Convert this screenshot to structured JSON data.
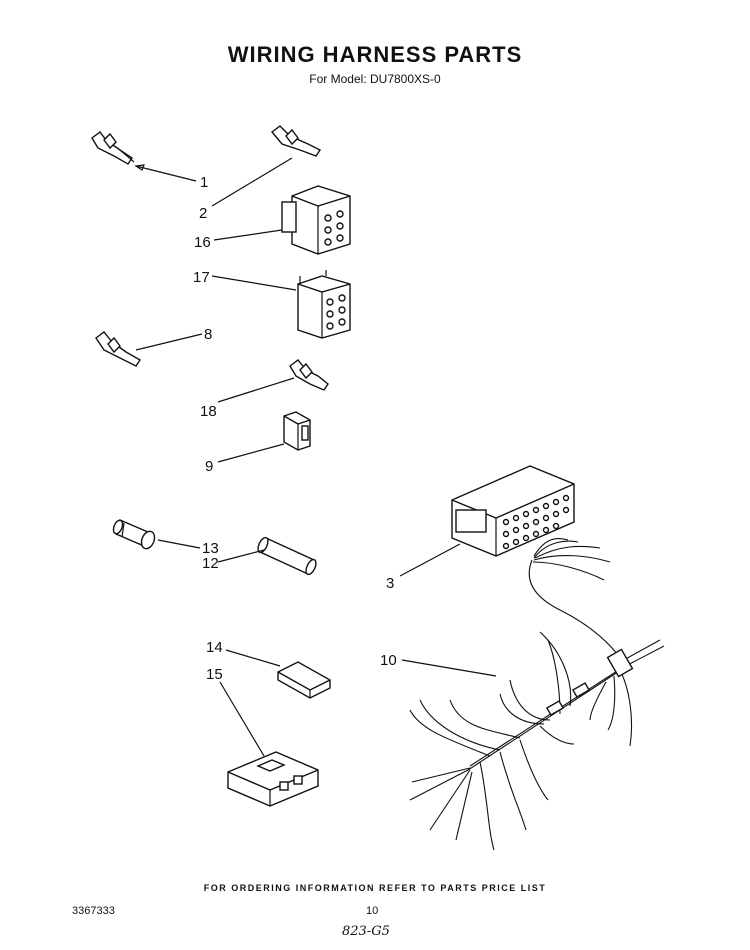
{
  "header": {
    "title": "WIRING HARNESS PARTS",
    "subtitle": "For Model: DU7800XS-0"
  },
  "callouts": {
    "c1": "1",
    "c2": "2",
    "c16": "16",
    "c17": "17",
    "c8": "8",
    "c18": "18",
    "c9": "9",
    "c13": "13",
    "c12": "12",
    "c3": "3",
    "c14": "14",
    "c15": "15",
    "c10": "10"
  },
  "footer": {
    "ordering_note": "FOR ORDERING INFORMATION REFER TO PARTS PRICE LIST",
    "doc_number": "3367333",
    "page_number": "10",
    "handwritten_note": "823-G5"
  }
}
